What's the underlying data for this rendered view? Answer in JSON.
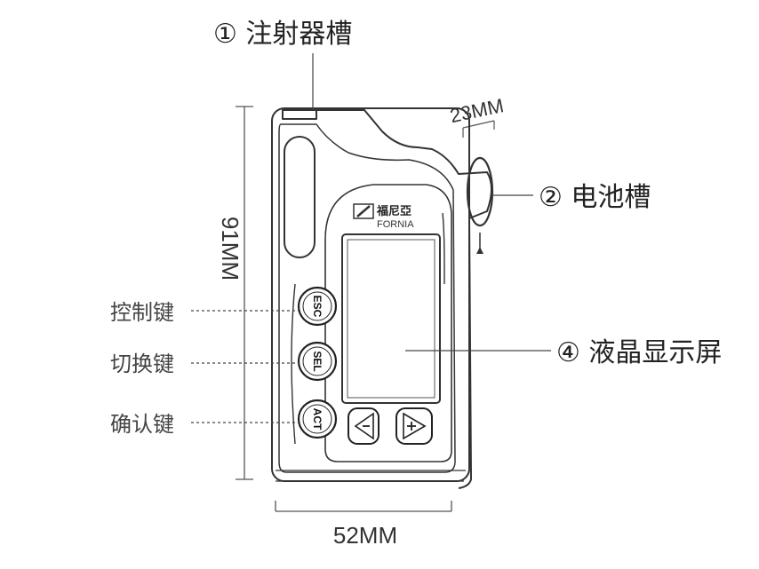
{
  "labels": {
    "syringe_slot": "① 注射器槽",
    "battery_slot": "② 电池槽",
    "lcd_screen": "④ 液晶显示屏",
    "control_key": "控制键",
    "switch_key": "切换键",
    "confirm_key": "确认键"
  },
  "dimensions": {
    "height": "91MM",
    "width": "52MM",
    "depth": "23MM"
  },
  "brand": {
    "chinese": "福尼亞",
    "latin": "FORNIA"
  },
  "buttons": {
    "esc": "ESC",
    "sel": "SEL",
    "act": "ACT"
  }
}
